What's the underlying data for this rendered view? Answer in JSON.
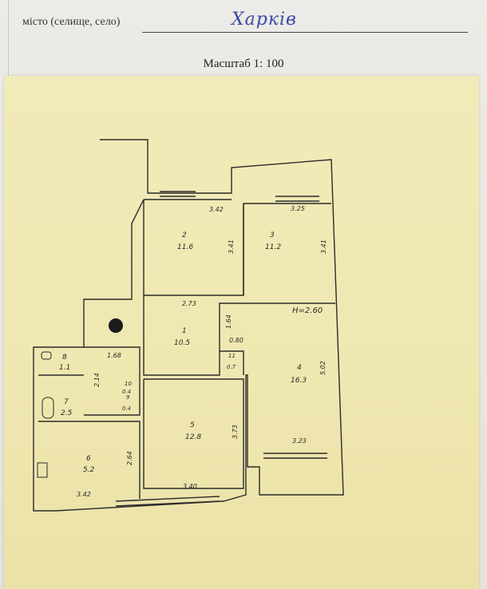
{
  "header": {
    "city_label": "місто (селище, село)",
    "city_value": "Харків"
  },
  "scale_label": "Масштаб 1: 100",
  "plan": {
    "height_note": "H=2.60",
    "rooms": [
      {
        "num": "1",
        "area": "10.5"
      },
      {
        "num": "2",
        "area": "11.6"
      },
      {
        "num": "3",
        "area": "11.2"
      },
      {
        "num": "4",
        "area": "16.3"
      },
      {
        "num": "5",
        "area": "12.8"
      },
      {
        "num": "6",
        "area": "5.2"
      },
      {
        "num": "7",
        "area": "2.5"
      },
      {
        "num": "8",
        "area": "1.1"
      },
      {
        "num": "9",
        "area": "0.4"
      },
      {
        "num": "10",
        "area": "0.4"
      },
      {
        "num": "11",
        "area": "0.7"
      }
    ],
    "dims": [
      "3.42",
      "3.25",
      "3.41",
      "3.41",
      "2.73",
      "1.64",
      "0.80",
      "5.02",
      "3.23",
      "3.73",
      "3.40",
      "2.64",
      "3.42",
      "1.68",
      "2.14"
    ]
  }
}
